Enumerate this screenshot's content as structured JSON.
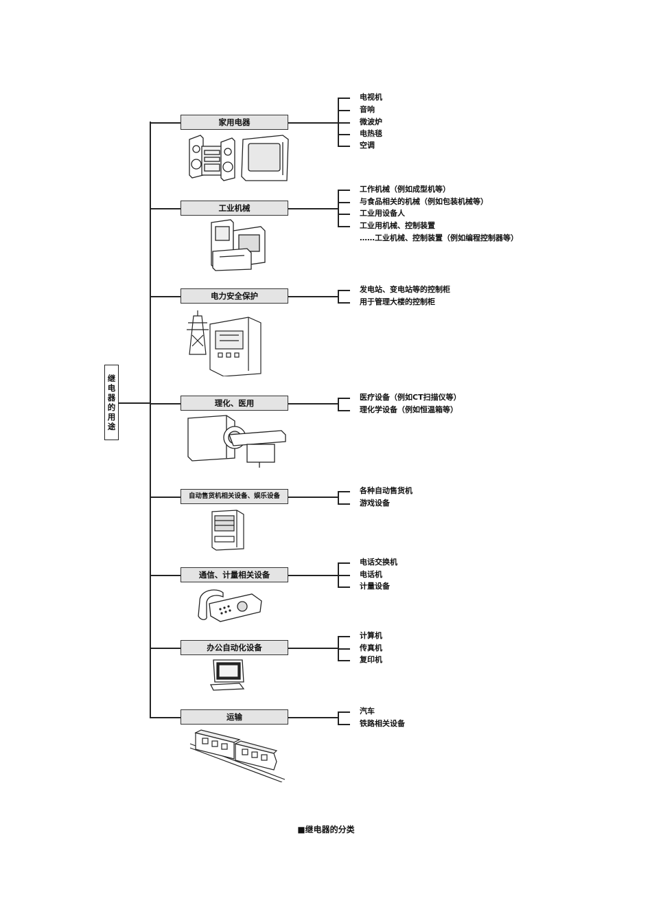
{
  "root": {
    "label": "继电器的用途"
  },
  "categories": [
    {
      "label": "家用电器",
      "icon": "hifi-and-tv-icon",
      "items": [
        "电视机",
        "音响",
        "微波炉",
        "电热毯",
        "空调"
      ]
    },
    {
      "label": "工业机械",
      "icon": "industrial-machine-icon",
      "items": [
        "工作机械（例如成型机等）",
        "与食品相关的机械（例如包装机械等）",
        "工业用设备人",
        "工业用机械、控制装置",
        "……工业机械、控制装置（例如编程控制器等）"
      ]
    },
    {
      "label": "电力安全保护",
      "icon": "power-tower-and-cabinet-icon",
      "items": [
        "发电站、变电站等的控制柜",
        "用于管理大楼的控制柜"
      ]
    },
    {
      "label": "理化、医用",
      "icon": "ct-scanner-icon",
      "items": [
        "医疗设备（例如CT扫描仪等）",
        "理化学设备（例如恒温箱等）"
      ]
    },
    {
      "label": "自动售货机相关设备、娱乐设备",
      "icon": "vending-machine-icon",
      "items": [
        "各种自动售货机",
        "游戏设备"
      ]
    },
    {
      "label": "通信、计量相关设备",
      "icon": "telephone-icon",
      "items": [
        "电话交换机",
        "电话机",
        "计量设备"
      ]
    },
    {
      "label": "办公自动化设备",
      "icon": "computer-icon",
      "items": [
        "计算机",
        "传真机",
        "复印机"
      ]
    },
    {
      "label": "运输",
      "icon": "train-icon",
      "items": [
        "汽车",
        "铁路相关设备"
      ]
    }
  ],
  "caption": "■继电器的分类"
}
